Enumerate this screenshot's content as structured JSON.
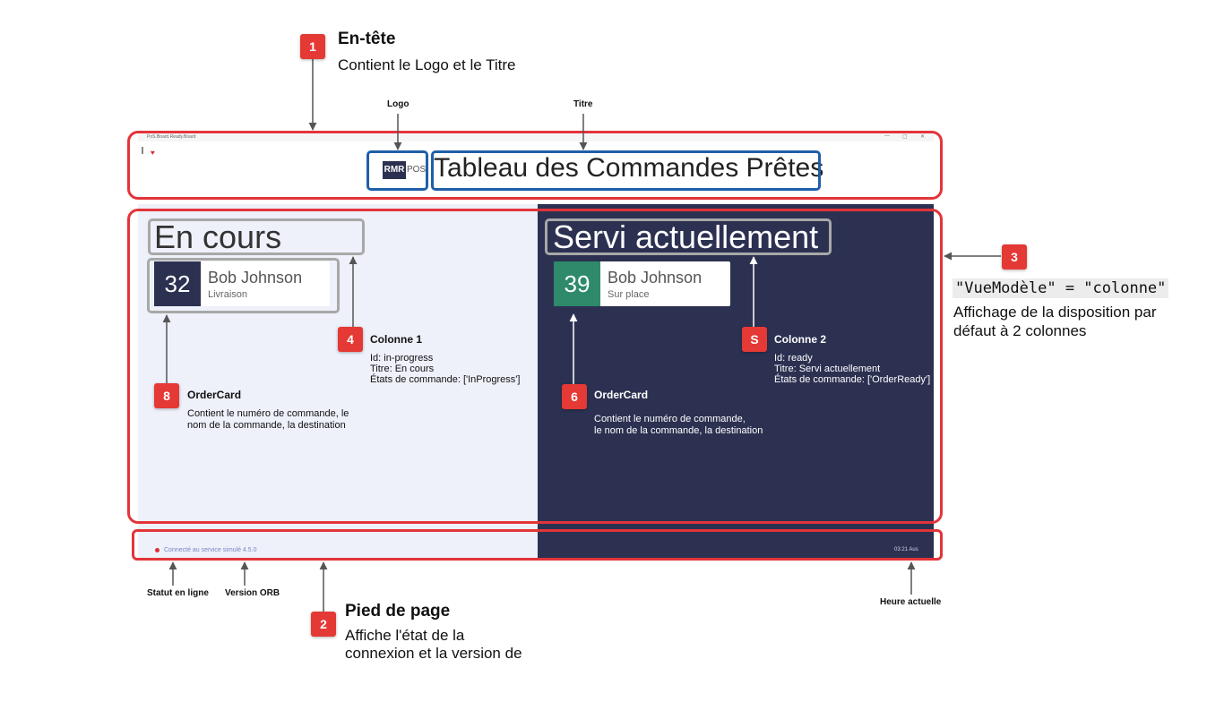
{
  "window": {
    "title": "PoS.Board.Ready.Board",
    "controls": [
      "—",
      "▢",
      "✕"
    ]
  },
  "app": {
    "logo_mark": "RMR",
    "logo_suffix": "POS",
    "title": "Tableau des Commandes Prêtes"
  },
  "columns": [
    {
      "title": "En cours",
      "cards": [
        {
          "number": "32",
          "name": "Bob Johnson",
          "destination": "Livraison"
        }
      ]
    },
    {
      "title": "Servi actuellement",
      "cards": [
        {
          "number": "39",
          "name": "Bob Johnson",
          "destination": "Sur place"
        }
      ]
    }
  ],
  "footer": {
    "status": "Connecté au service simulé 4.5.0",
    "time": "03:21 Aus"
  },
  "annotations": {
    "header": {
      "number": "1",
      "title": "En-tête",
      "text": "Contient le Logo et le Titre"
    },
    "logo_label": "Logo",
    "title_label": "Titre",
    "footer": {
      "number": "2",
      "title": "Pied de page",
      "line1": "Affiche l'état de la",
      "line2": "connexion et la version de"
    },
    "layout": {
      "number": "3",
      "code": "\"VueModèle\" = \"colonne\"",
      "line1": "Affichage de la disposition par",
      "line2": "défaut à 2 colonnes"
    },
    "column1": {
      "number": "4",
      "title": "Colonne 1",
      "line1": "Id: in-progress",
      "line2": "Titre: En cours",
      "line3": "États de commande: ['InProgress']"
    },
    "column2": {
      "number": "S",
      "title": "Colonne 2",
      "line1": "Id: ready",
      "line2": "Titre: Servi actuellement",
      "line3": "États de commande: ['OrderReady']"
    },
    "ordercard_right": {
      "number": "6",
      "title": "OrderCard",
      "line1": "Contient le numéro de commande,",
      "line2": "le nom de la commande, la destination"
    },
    "ordercard_left": {
      "number": "8",
      "title": "OrderCard",
      "line1": "Contient le numéro de commande, le",
      "line2": "nom de la commande, la destination"
    },
    "online_status": "Statut en ligne",
    "orb_version": "Version ORB",
    "current_time": "Heure actuelle"
  },
  "colors": {
    "annotation_red": "#e3343a",
    "annotation_blue": "#1f5fa8",
    "dark_column": "#2c3151",
    "light_column": "#eef0fa",
    "card_in_progress": "#2c3151",
    "card_ready": "#2e8a6b"
  }
}
